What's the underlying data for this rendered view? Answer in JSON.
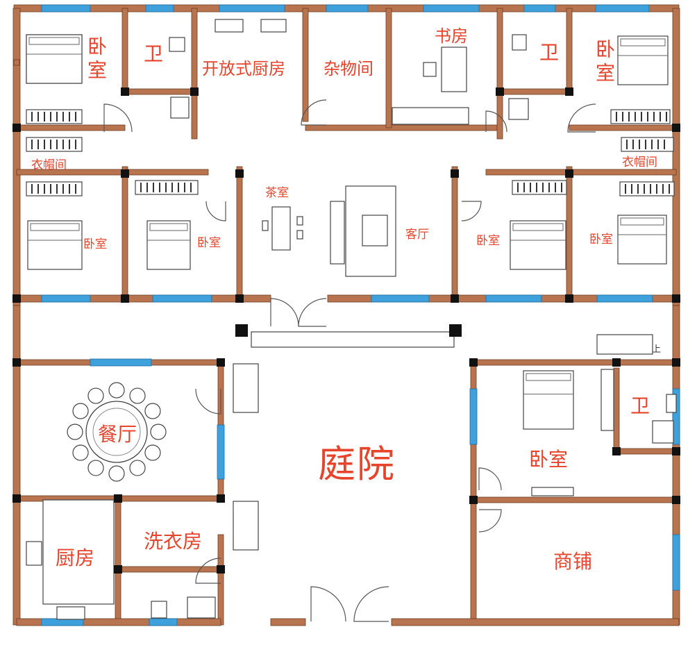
{
  "rooms": {
    "bedroom_nw": "卧室",
    "bath_nw": "卫",
    "open_kitchen": "开放式厨房",
    "storage": "杂物间",
    "study": "书房",
    "bath_ne": "卫",
    "bedroom_ne": "卧室",
    "closet_w": "衣帽间",
    "closet_e": "衣帽间",
    "bedroom_w_outer": "卧室",
    "bedroom_w_inner": "卧室",
    "tea_room": "茶室",
    "living_room": "客厅",
    "bedroom_e_inner": "卧室",
    "bedroom_e_outer": "卧室",
    "dining_hall": "餐厅",
    "courtyard": "庭院",
    "bedroom_se": "卧室",
    "bath_se": "卫",
    "kitchen": "厨房",
    "laundry": "洗衣房",
    "shop": "商铺"
  },
  "stair_label": "上",
  "colors": {
    "wall": "#b8734f",
    "window": "#3fa1dc",
    "label": "#e8442c",
    "line": "#555555"
  }
}
